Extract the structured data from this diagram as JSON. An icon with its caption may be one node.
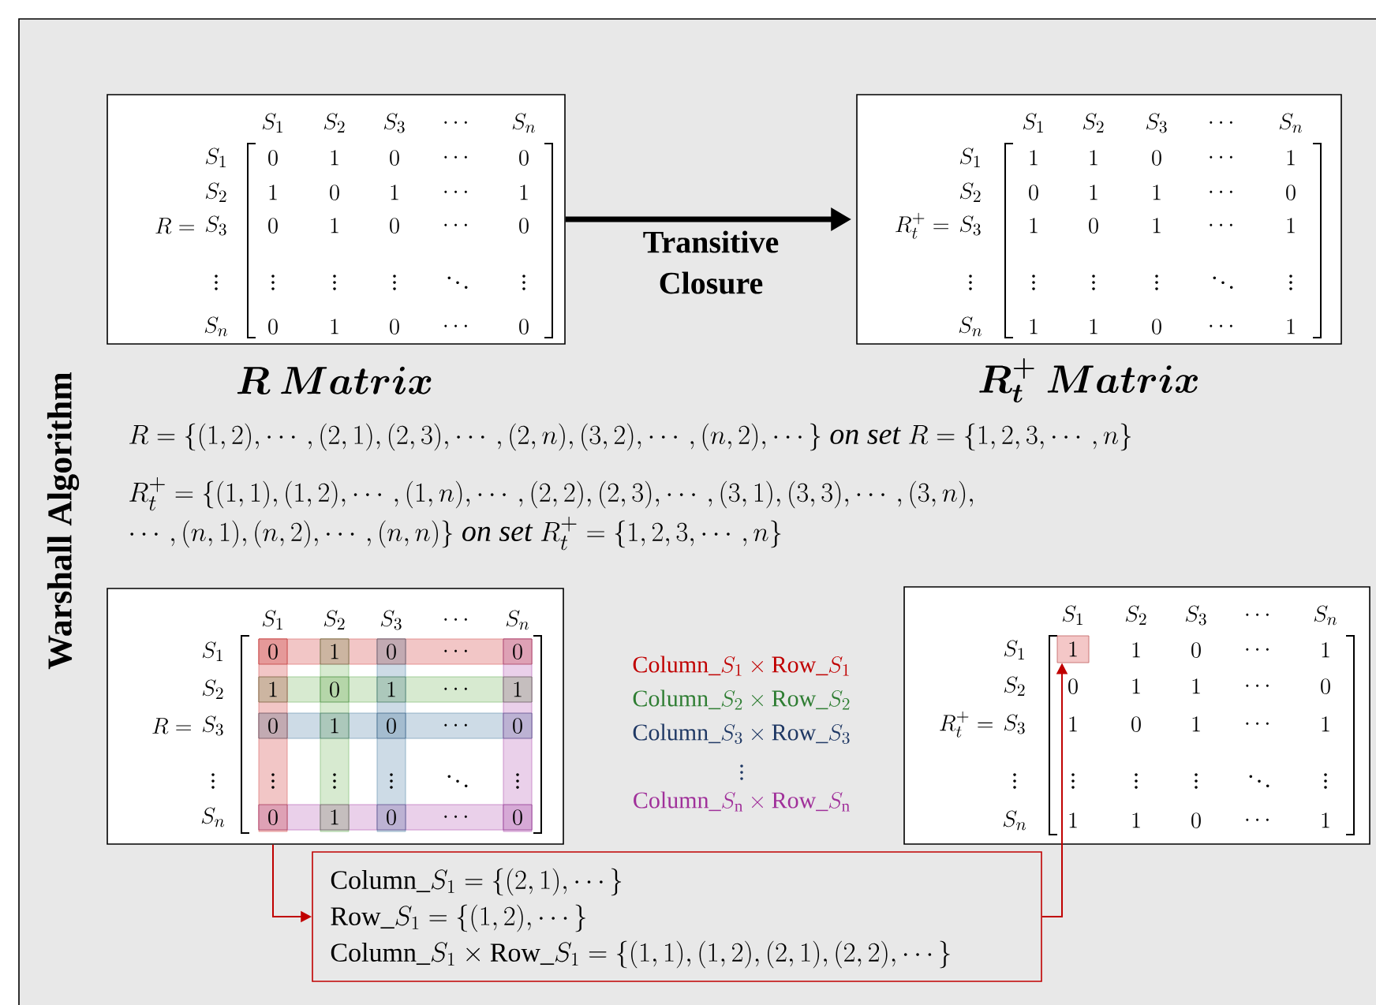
{
  "diagram": {
    "title": "Warshall Algorithm",
    "nodes": [
      {
        "text": [
          "R =",
          "S_1",
          "S_2",
          "S_3",
          "\\cdots",
          "S_n",
          "S_1",
          "0",
          "1",
          "0",
          "\\cdots",
          "0",
          "S_2",
          "1",
          "0",
          "1",
          "\\cdots",
          "1",
          "S_3",
          "0",
          "1",
          "0",
          "\\cdots",
          "0",
          "\\vdots",
          "\\vdots",
          "\\vdots",
          "\\vdots",
          "\\ddots",
          "\\vdots",
          "S_n",
          "0",
          "1",
          "0",
          "\\cdots",
          "0",
          "\\boldsymbol{R\\ Matrix}"
        ]
      },
      {
        "text": [
          "R_t^+ =",
          "S_1",
          "S_2",
          "S_3",
          "\\cdots",
          "S_n",
          "S_1",
          "1",
          "1",
          "0",
          "\\cdots",
          "1",
          "S_2",
          "0",
          "1",
          "1",
          "\\cdots",
          "0",
          "S_3",
          "1",
          "0",
          "1",
          "\\cdots",
          "1",
          "\\vdots",
          "\\vdots",
          "\\vdots",
          "\\vdots",
          "\\ddots",
          "\\vdots",
          "S_n",
          "1",
          "1",
          "0",
          "\\cdots",
          "1",
          "\\boldsymbol{R_t^+\\ Matrix}"
        ]
      },
      {
        "text": [
          "R =",
          "S_1",
          "S_2",
          "S_3",
          "\\cdots",
          "S_n",
          "S_1",
          "0",
          "1",
          "0",
          "\\cdots",
          "0",
          "S_2",
          "1",
          "0",
          "1",
          "\\cdots",
          "1",
          "S_3",
          "0",
          "1",
          "0",
          "\\cdots",
          "0",
          "\\vdots",
          "\\vdots",
          "\\vdots",
          "\\vdots",
          "\\ddots",
          "\\vdots",
          "S_n",
          "0",
          "1",
          "0",
          "\\cdots",
          "0"
        ]
      },
      {
        "text": [
          "R_t^+ =",
          "S_1",
          "S_2",
          "S_3",
          "\\cdots",
          "S_n",
          "S_1",
          "1",
          "0",
          "\\cdots",
          "1",
          "S_2",
          "0",
          "1",
          "1",
          "\\cdots",
          "0",
          "S_3",
          "1",
          "0",
          "1",
          "\\cdots",
          "1",
          "\\vdots",
          "\\vdots",
          "\\vdots",
          "\\vdots",
          "\\ddots",
          "\\vdots",
          "S_n",
          "1",
          "1",
          "0",
          "\\cdots",
          "1"
        ]
      },
      {
        "text": [
          "\\mathrm{Column\\_}S_1 = \\{(2,1),\\cdots\\}",
          "\\mathrm{Row\\_}S_1 = \\{(1,2),\\cdots\\}",
          "\\mathrm{Column\\_}S_1 \\times \\mathrm{Row\\_}S_1 = \\{(1,1),(1,2),(2,1),(2,2),\\cdots\\}"
        ]
      },
      {
        "text": [
          "1"
        ],
        "in": 3
      }
    ],
    "edges": [
      {
        "from": 0,
        "to": 1,
        "arrow": "to",
        "label": "Transitive Closure",
        "style": "thick",
        "color": "#000000"
      },
      {
        "from": 2,
        "to": 4,
        "arrow": "to",
        "color": "#c00000"
      },
      {
        "from": 4,
        "to": 5,
        "arrow": "to",
        "color": "#c00000"
      }
    ],
    "labels": [
      "R = \\{(1,2),\\cdots,(2,1),(2,3),\\cdots,(2,n),(3,2),\\cdots,(n,2),\\cdots\\}\\ \\mathit{on\\ set}\\ R = \\{1,2,3,\\cdots,n\\}",
      "R_t^+ = \\{(1,1),(1,2),\\cdots,(1,n),\\cdots,(2,2),(2,3),\\cdots,(3,1),(3,3),\\cdots,(3,n),",
      "\\cdots,(n,1),(n,2),\\cdots,(n,n)\\}\\ \\mathit{on\\ set}\\ R_t^+ = \\{1,2,3,\\cdots,n\\}",
      "\\mathrm{Column\\_}S_1 \\times \\mathrm{Row\\_}S_1",
      "\\mathrm{Column\\_}S_2 \\times \\mathrm{Row\\_}S_2",
      "\\mathrm{Column\\_}S_3 \\times \\mathrm{Row\\_}S_3",
      "\\vdots",
      "\\mathrm{Column\\_}S_\\mathrm{n} \\times \\mathrm{Row\\_}S_\\mathrm{n}"
    ]
  }
}
